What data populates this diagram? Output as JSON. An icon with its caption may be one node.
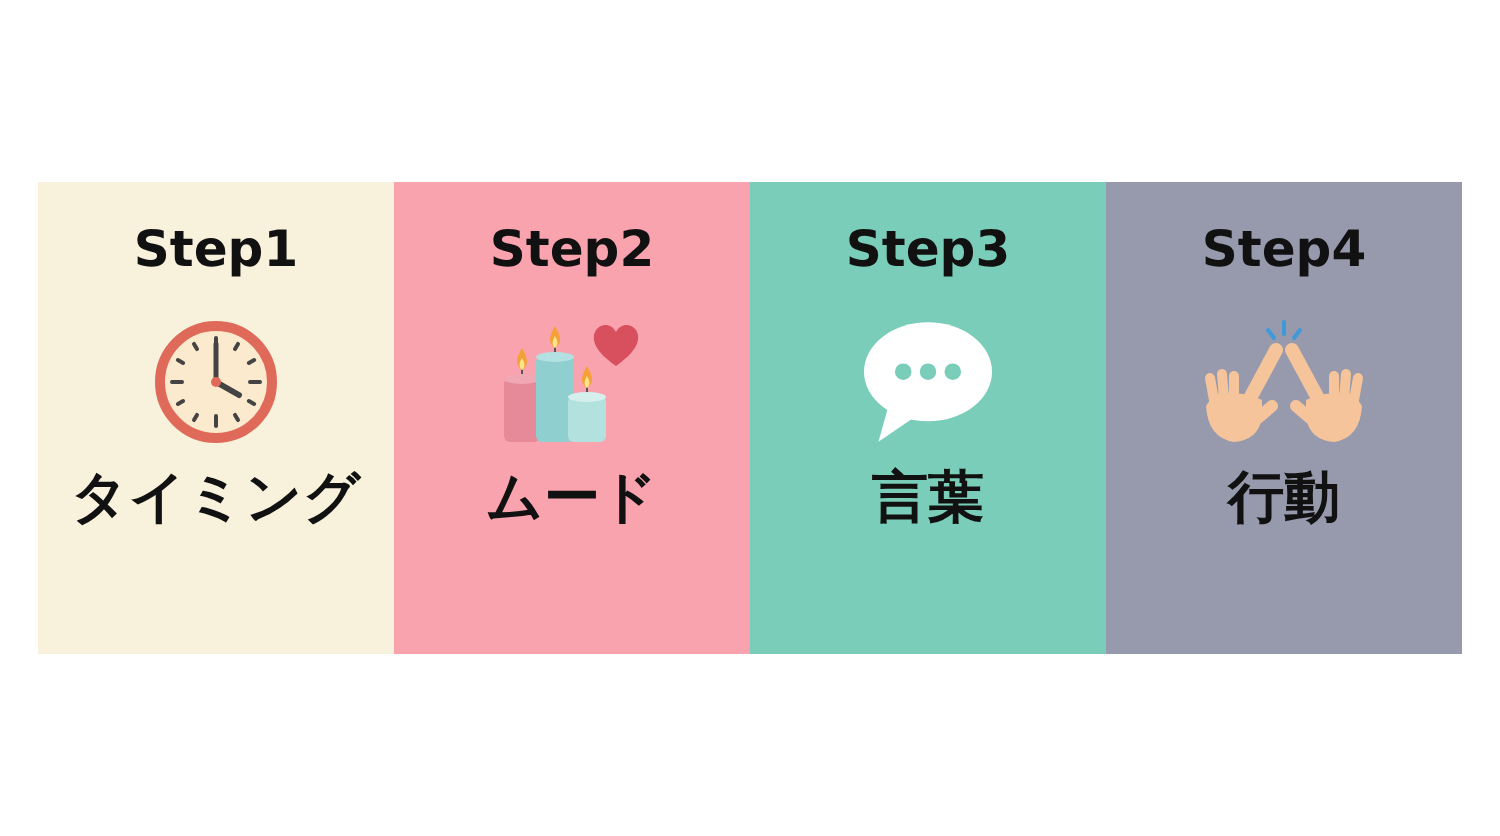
{
  "diagram": {
    "nodes": [
      {
        "text": [
          "Step1",
          "タイミング"
        ]
      },
      {
        "text": [
          "Step2",
          "ムード"
        ]
      },
      {
        "text": [
          "Step3",
          "言葉"
        ]
      },
      {
        "text": [
          "Step4",
          "行動"
        ]
      }
    ]
  }
}
